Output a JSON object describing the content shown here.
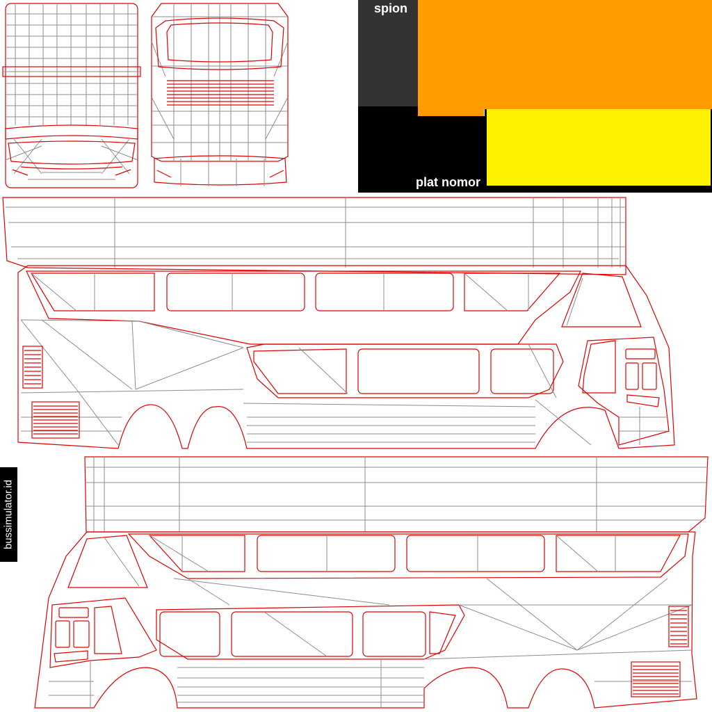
{
  "labels": {
    "mirror": "spion",
    "plate": "plat nomor",
    "watermark": "bussimulator.id"
  },
  "colors": {
    "mirror_swatch": "#333333",
    "orange_swatch": "#ff9c00",
    "plate_swatch": "#000000",
    "yellow_swatch": "#fff200",
    "wire": "#8c8c8c",
    "outline": "#e00000"
  },
  "regions": [
    "rear-view",
    "front-view",
    "color-swatch-panel",
    "left-side-view",
    "right-side-view"
  ]
}
